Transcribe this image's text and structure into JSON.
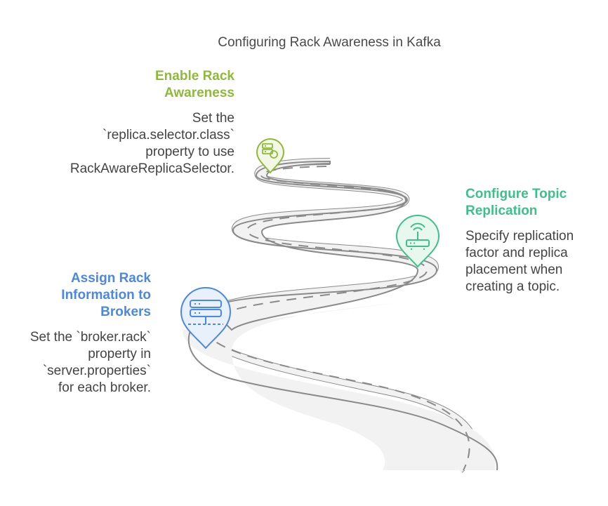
{
  "title": "Configuring Rack Awareness in Kafka",
  "colors": {
    "step1": "#8fb93a",
    "step2": "#3ec08a",
    "step3": "#4c88e0",
    "road_fill": "#f2f2f2",
    "road_edge": "#8a8a8a",
    "road_dash": "#8a8a8a"
  },
  "steps": [
    {
      "heading_lines": [
        "Enable Rack",
        "Awareness"
      ],
      "desc_lines": [
        "Set the",
        "`replica.selector.class`",
        "property to use",
        "RackAwareReplicaSelector."
      ],
      "icon": "server-settings-icon"
    },
    {
      "heading_lines": [
        "Configure Topic",
        "Replication"
      ],
      "desc_lines": [
        "Specify replication",
        "factor and replica",
        "placement when",
        "creating a topic."
      ],
      "icon": "router-icon"
    },
    {
      "heading_lines": [
        "Assign Rack",
        "Information to",
        "Brokers"
      ],
      "desc_lines": [
        "Set the `broker.rack`",
        "property in",
        "`server.properties`",
        "for each broker."
      ],
      "icon": "server-rack-icon"
    }
  ]
}
